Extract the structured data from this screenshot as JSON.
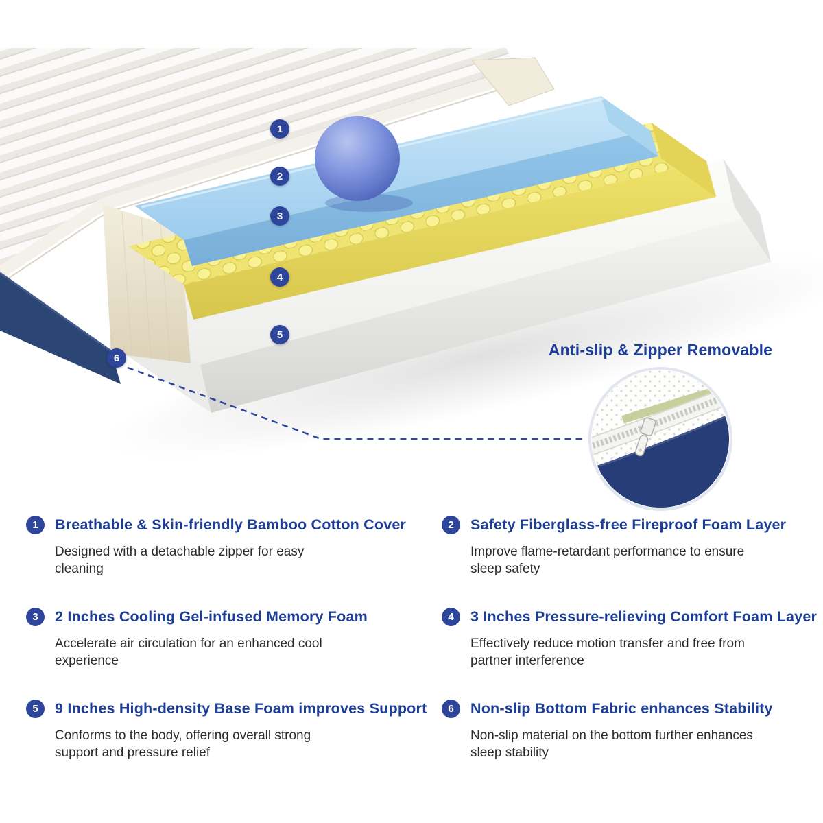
{
  "illustration": {
    "callouts": [
      "1",
      "2",
      "3",
      "4",
      "5",
      "6"
    ],
    "inset_title": "Anti-slip & Zipper Removable"
  },
  "features": [
    {
      "number": "1",
      "title": "Breathable & Skin-friendly Bamboo Cotton Cover",
      "description": "Designed with a detachable zipper for easy cleaning"
    },
    {
      "number": "2",
      "title": "Safety Fiberglass-free Fireproof Foam Layer",
      "description": "Improve flame-retardant performance to ensure sleep safety"
    },
    {
      "number": "3",
      "title": "2 Inches Cooling Gel-infused Memory Foam",
      "description": "Accelerate air circulation for an enhanced cool experience"
    },
    {
      "number": "4",
      "title": "3 Inches Pressure-relieving Comfort Foam Layer",
      "description": "Effectively reduce motion transfer and free from partner interference"
    },
    {
      "number": "5",
      "title": "9 Inches High-density Base Foam improves Support",
      "description": "Conforms to the body, offering overall strong support and pressure relief"
    },
    {
      "number": "6",
      "title": "Non-slip Bottom Fabric enhances Stability",
      "description": "Non-slip material on the bottom further enhances sleep stability"
    }
  ],
  "colors": {
    "accent_navy": "#2e459c",
    "heading_blue": "#1d3e96",
    "gel_foam_blue": "#9dccee",
    "comfort_foam_yellow": "#efe472",
    "base_foam_white": "#f5f5f3",
    "bottom_fabric_navy": "#2b4574",
    "ball_purple": "#5c73cb",
    "cover_cream": "#f2ecdc"
  }
}
